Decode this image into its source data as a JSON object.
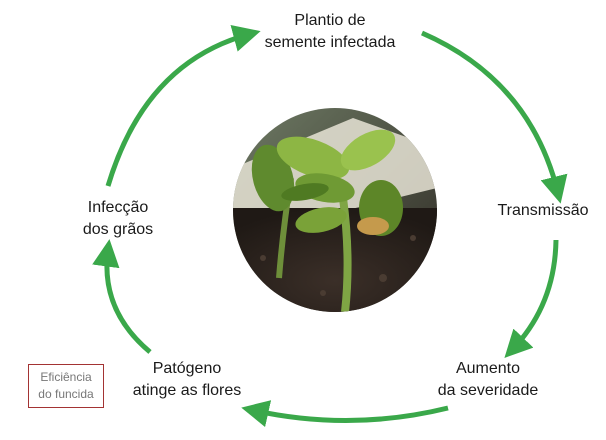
{
  "cycle": {
    "stages": {
      "plantio": "Plantio de\nsemente infectada",
      "transmissao": "Transmissão",
      "aumento": "Aumento\nda severidade",
      "patogeno": "Patógeno\natinge as flores",
      "infeccao": "Infecção\ndos grãos"
    },
    "arrow_color": "#3aa84a"
  },
  "note": {
    "text": "Eficiência\ndo funcida",
    "border_color": "#a33333"
  },
  "photo": {
    "subject": "soybean seedling"
  }
}
